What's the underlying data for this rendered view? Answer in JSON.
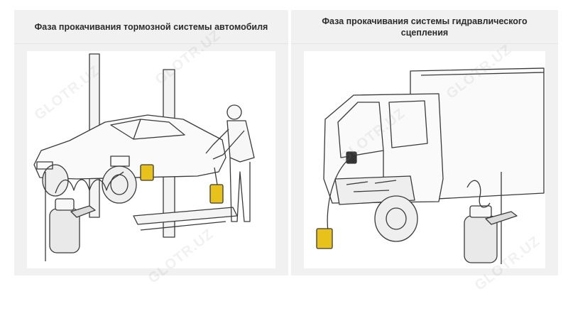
{
  "panels": [
    {
      "caption": "Фаза прокачивания тормозной системы автомобиля",
      "illustration": "car-on-lift-brake-bleeding"
    },
    {
      "caption": "Фаза прокачивания системы гидравлического сцепления",
      "illustration": "truck-clutch-bleeding"
    }
  ],
  "watermark": "GLOTR.UZ",
  "colors": {
    "panel_bg": "#f1f1f1",
    "line": "#3a3a3a",
    "bottle_yellow": "#e8c21a"
  }
}
